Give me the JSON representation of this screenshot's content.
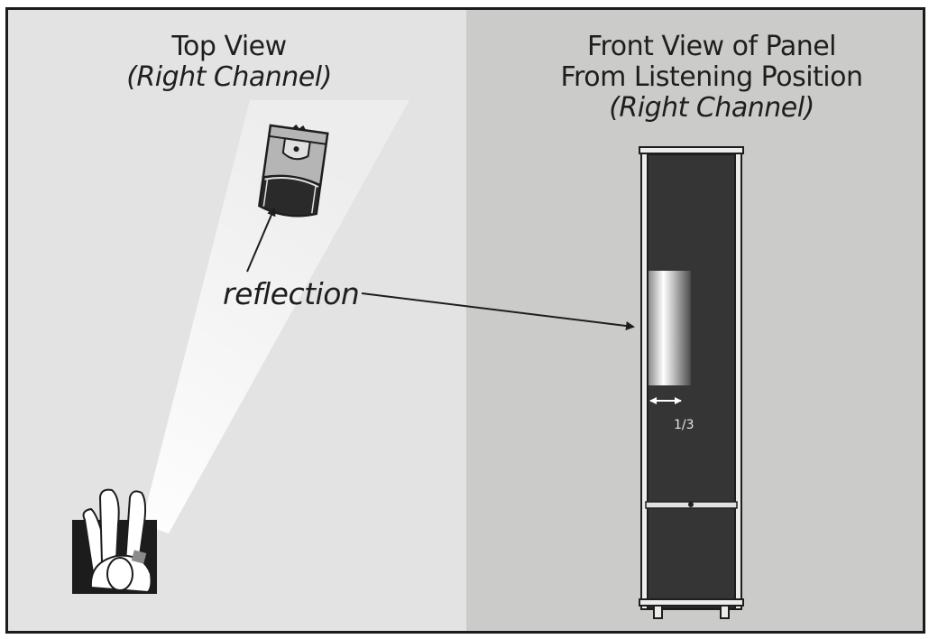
{
  "diagram": {
    "left_panel": {
      "title": "Top View",
      "subtitle": "(Right Channel)",
      "icons": [
        "speaker-top-view-icon",
        "listener-top-view-icon",
        "sound-beam"
      ]
    },
    "right_panel": {
      "title_line1": "Front View of Panel",
      "title_line2": "From Listening Position",
      "subtitle": "(Right Channel)",
      "icons": [
        "acoustic-panel-front-view",
        "reflection-highlight",
        "width-arrow-icon"
      ]
    },
    "annotation": {
      "label": "reflection",
      "fraction_label": "1/3"
    },
    "colors": {
      "left_background": "#e3e3e3",
      "right_background": "#cbcbc9",
      "panel_fill": "#353535",
      "frame": "#1b1b1b"
    }
  }
}
